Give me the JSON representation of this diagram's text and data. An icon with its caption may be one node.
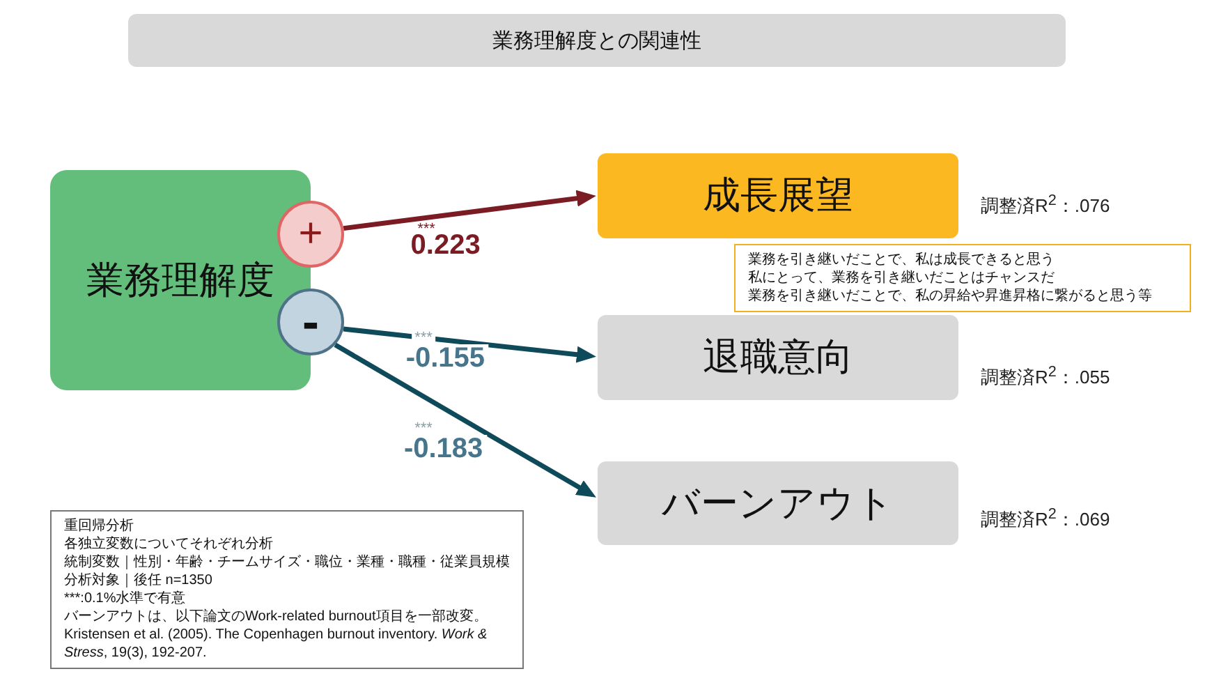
{
  "diagram": {
    "title": "業務理解度との関連性",
    "nodes": [
      {
        "text": [
          "業務理解度"
        ]
      },
      {
        "text": [
          "+"
        ]
      },
      {
        "text": [
          "-"
        ]
      },
      {
        "text": [
          "成長展望"
        ],
        "beside": [
          "調整済R$^{2}$：.076"
        ]
      },
      {
        "text": [
          "業務を引き継いだことで、私は成長できると思う",
          "私にとって、業務を引き継いだことはチャンスだ",
          "業務を引き継いだことで、私の昇給や昇進昇格に繋がると思う等"
        ]
      },
      {
        "text": [
          "退職意向"
        ],
        "beside": [
          "調整済R$^{2}$：.055"
        ]
      },
      {
        "text": [
          "バーンアウト"
        ],
        "beside": [
          "調整済R$^{2}$：.069"
        ]
      },
      {
        "text": [
          "重回帰分析",
          "各独立変数についてそれぞれ分析",
          "統制変数｜性別・年齢・チームサイズ・職位・業種・職種・従業員規模",
          "分析対象｜後任 n=1350",
          "***:0.1%水準で有意",
          "バーンアウトは、以下論文のWork-related burnout項目を一部改変。Kristensen et al. (2005). The Copenhagen burnout inventory. *Work & Stress*, 19(3), 192-207."
        ]
      }
    ],
    "edges": [
      {
        "from": 1,
        "to": 3,
        "arrow": "to",
        "label": "0.223",
        "color": "#7b1c24"
      },
      {
        "from": 2,
        "to": 5,
        "arrow": "to",
        "label": "-0.155"
      },
      {
        "from": 2,
        "to": 6,
        "arrow": "to",
        "label": "-0.183"
      }
    ],
    "labels": [
      "***",
      "***",
      "***"
    ]
  }
}
